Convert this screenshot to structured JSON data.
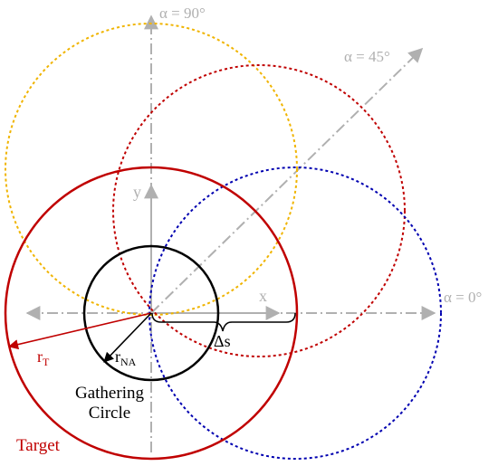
{
  "labels": {
    "alpha_90": "α = 90°",
    "alpha_45": "α = 45°",
    "alpha_0": "α = 0°",
    "y_axis": "y",
    "x_axis": "x",
    "delta_s": "Δs",
    "r_t_main": "r",
    "r_t_sub": "T",
    "r_na_main": "r",
    "r_na_sub": "NA",
    "gathering_line1": "Gathering",
    "gathering_line2": "Circle",
    "target": "Target"
  },
  "colors": {
    "axis": "#b0b0b0",
    "target": "#c00000",
    "gathering": "#000000",
    "offset_90": "#f0b400",
    "offset_45": "#c00000",
    "offset_0": "#0000b0"
  }
}
